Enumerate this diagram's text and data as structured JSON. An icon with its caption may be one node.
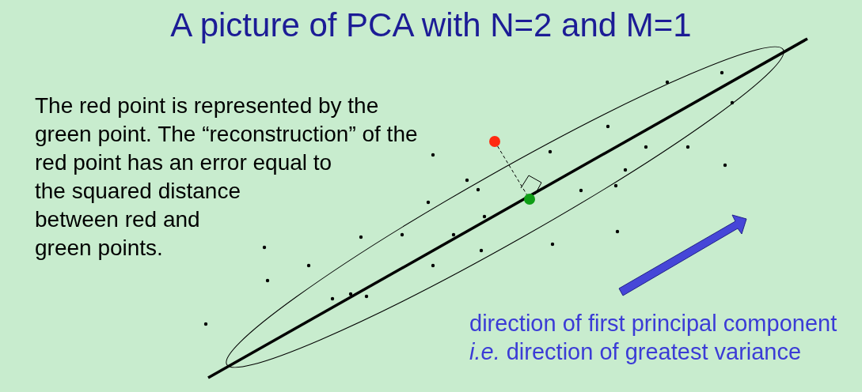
{
  "diagram": {
    "title": "A picture of PCA with N=2 and M=1",
    "nodes": [
      {
        "text": [],
        "shape": "circle"
      },
      {
        "text": [],
        "shape": "circle"
      }
    ],
    "edges": [
      {
        "from": 0,
        "to": 1,
        "arrow": "none",
        "style": "dashed"
      }
    ],
    "labels": [
      "The red point is represented by the green point. The “reconstruction” of the red point has an error equal to the squared distance between red and green points.",
      "direction of first principal component",
      "*i.e.* direction of greatest variance"
    ]
  }
}
